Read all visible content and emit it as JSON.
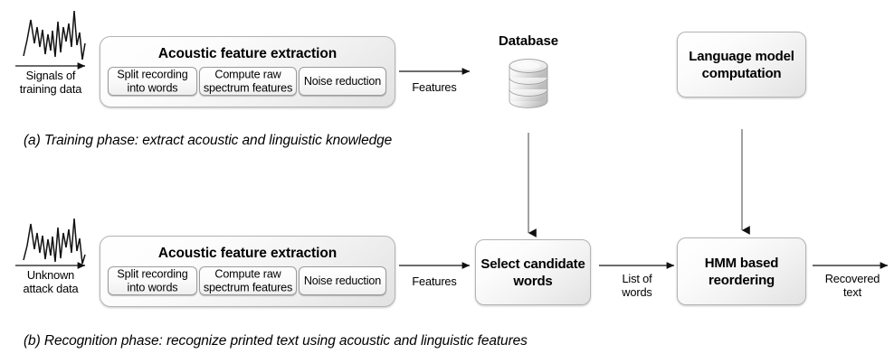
{
  "diagram": {
    "title": "Acoustic keyboard/printer emanation recognition pipeline",
    "colors": {
      "box_border": "#b4b4b4",
      "box_fill_light": "#ffffff",
      "box_fill_dark": "#e2e2e2",
      "line": "#3a3a3a",
      "text": "#000000"
    }
  },
  "training_phase": {
    "caption": "(a) Training phase: extract acoustic and linguistic knowledge",
    "input": {
      "icon": "waveform-icon",
      "label": "Signals of\ntraining data"
    },
    "acoustic_box": {
      "title": "Acoustic feature extraction",
      "steps": [
        "Split recording\ninto words",
        "Compute raw\nspectrum features",
        "Noise reduction"
      ]
    },
    "features_arrow_label": "Features",
    "database": {
      "heading": "Database",
      "icon": "database-cylinder-icon"
    },
    "language_model": {
      "label": "Language\nmodel\ncomputation"
    }
  },
  "recognition_phase": {
    "caption": "(b) Recognition phase: recognize printed text using acoustic and linguistic features",
    "input": {
      "icon": "waveform-icon",
      "label": "Unknown\nattack data"
    },
    "acoustic_box": {
      "title": "Acoustic feature extraction",
      "steps": [
        "Split recording\ninto words",
        "Compute raw\nspectrum features",
        "Noise reduction"
      ]
    },
    "features_arrow_label": "Features",
    "select_candidate": {
      "label": "Select\ncandidate\nwords"
    },
    "list_of_words_arrow_label": "List of\nwords",
    "hmm": {
      "label": "HMM based\nreordering"
    },
    "output_arrow_label": "Recovered\ntext"
  }
}
